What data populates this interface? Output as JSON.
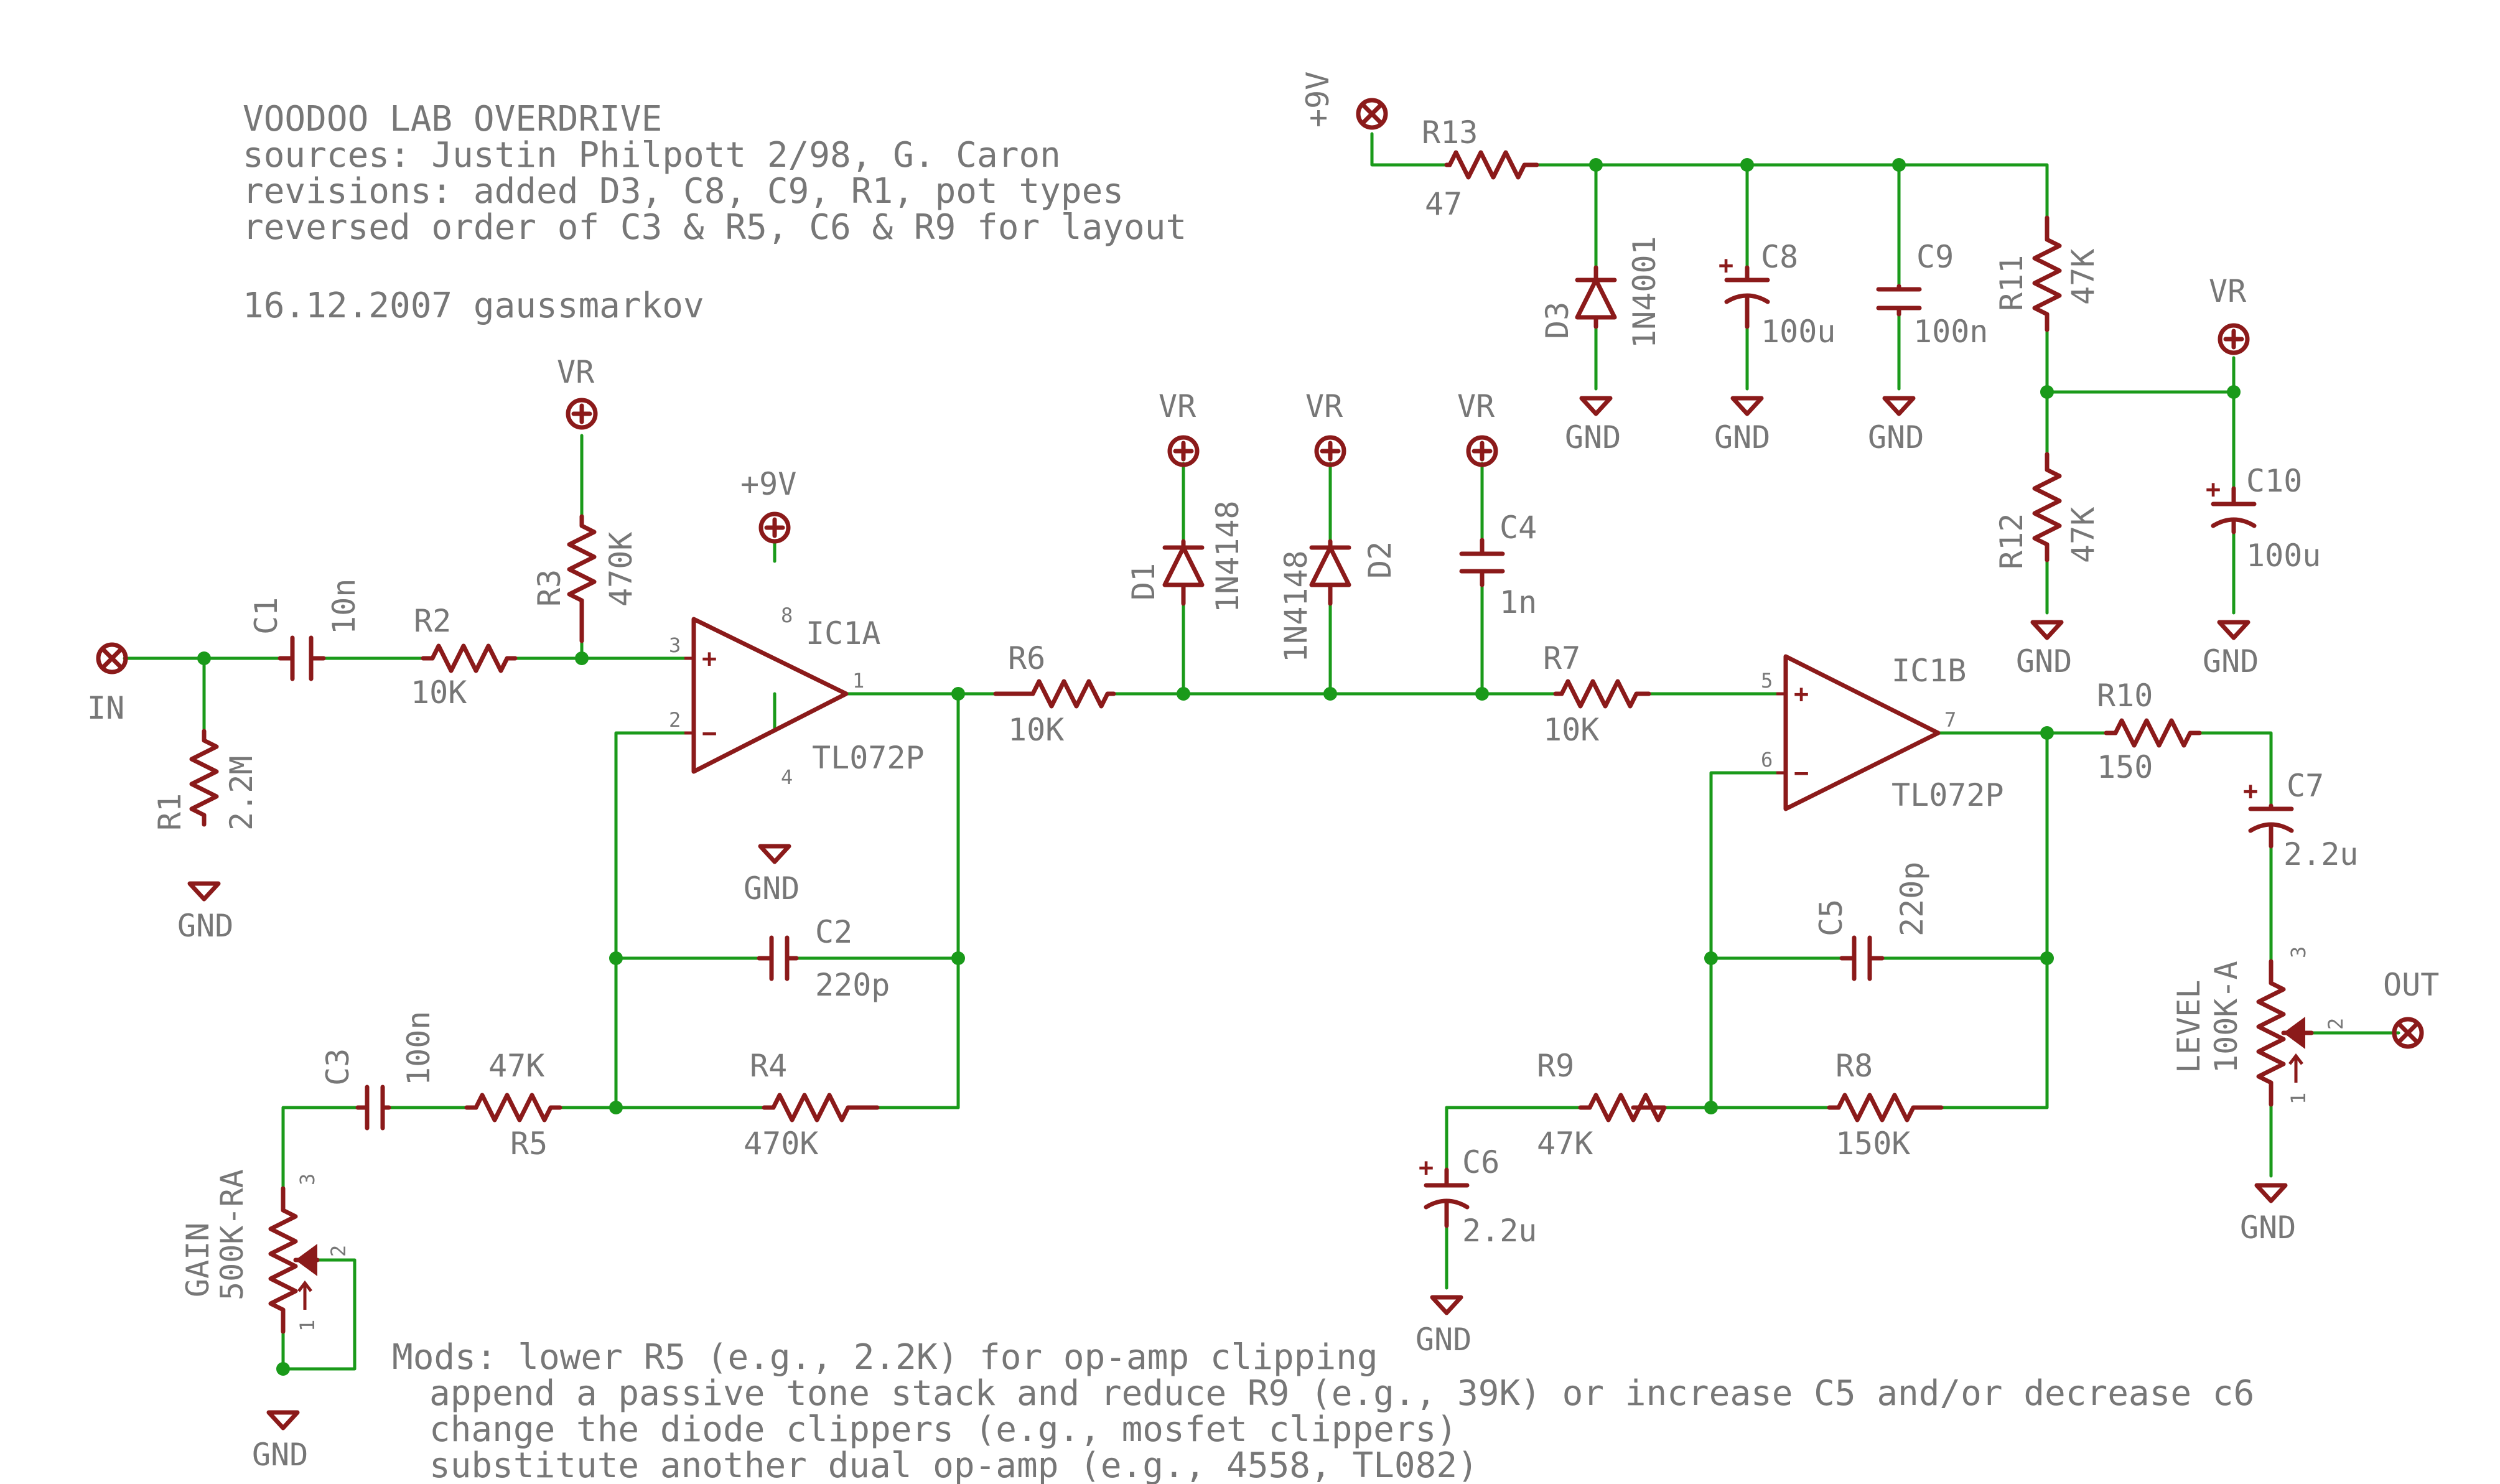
{
  "header": {
    "lines": [
      "VOODOO LAB OVERDRIVE",
      "sources:  Justin Philpott 2/98, G. Caron",
      "revisions: added D3, C8, C9, R1, pot types",
      "reversed order of C3 & R5, C6 & R9 for layout"
    ],
    "date": "16.12.2007 gaussmarkov"
  },
  "mods": [
    "Mods: lower R5 (e.g., 2.2K) for op-amp clipping",
    "append a passive tone stack and reduce R9 (e.g., 39K) or increase C5 and/or decrease c6",
    "change the diode clippers (e.g., mosfet clippers)",
    "substitute another dual op-amp (e.g., 4558, TL082)"
  ],
  "nets": {
    "gnd": "GND",
    "vr": "VR",
    "v9": "+9V",
    "in": "IN",
    "out": "OUT"
  },
  "resistors": {
    "R1": {
      "name": "R1",
      "value": "2.2M"
    },
    "R2": {
      "name": "R2",
      "value": "10K"
    },
    "R3": {
      "name": "R3",
      "value": "470K"
    },
    "R4": {
      "name": "R4",
      "value": "470K"
    },
    "R5": {
      "name": "R5",
      "value": "47K"
    },
    "R6": {
      "name": "R6",
      "value": "10K"
    },
    "R7": {
      "name": "R7",
      "value": "10K"
    },
    "R8": {
      "name": "R8",
      "value": "150K"
    },
    "R9": {
      "name": "R9",
      "value": "47K"
    },
    "R10": {
      "name": "R10",
      "value": "150"
    },
    "R11": {
      "name": "R11",
      "value": "47K"
    },
    "R12": {
      "name": "R12",
      "value": "47K"
    },
    "R13": {
      "name": "R13",
      "value": "47"
    }
  },
  "capacitors": {
    "C1": {
      "name": "C1",
      "value": "10n"
    },
    "C2": {
      "name": "C2",
      "value": "220p"
    },
    "C3": {
      "name": "C3",
      "value": "100n"
    },
    "C4": {
      "name": "C4",
      "value": "1n"
    },
    "C5": {
      "name": "C5",
      "value": "220p"
    },
    "C6": {
      "name": "C6",
      "value": "2.2u"
    },
    "C7": {
      "name": "C7",
      "value": "2.2u"
    },
    "C8": {
      "name": "C8",
      "value": "100u"
    },
    "C9": {
      "name": "C9",
      "value": "100n"
    },
    "C10": {
      "name": "C10",
      "value": "100u"
    }
  },
  "diodes": {
    "D1": {
      "name": "D1",
      "value": "1N4148"
    },
    "D2": {
      "name": "D2",
      "value": "1N4148"
    },
    "D3": {
      "name": "D3",
      "value": "1N4001"
    }
  },
  "opamps": {
    "IC1A": {
      "name": "IC1A",
      "value": "TL072P",
      "pins": {
        "plus": "3",
        "minus": "2",
        "out": "1",
        "vcc": "8",
        "gnd": "4"
      }
    },
    "IC1B": {
      "name": "IC1B",
      "value": "TL072P",
      "pins": {
        "plus": "5",
        "minus": "6",
        "out": "7"
      }
    }
  },
  "pots": {
    "gain": {
      "name": "GAIN",
      "value": "500K-RA",
      "pins": [
        "3",
        "2",
        "1"
      ]
    },
    "level": {
      "name": "LEVEL",
      "value": "100K-A",
      "pins": [
        "3",
        "2",
        "1"
      ]
    }
  }
}
